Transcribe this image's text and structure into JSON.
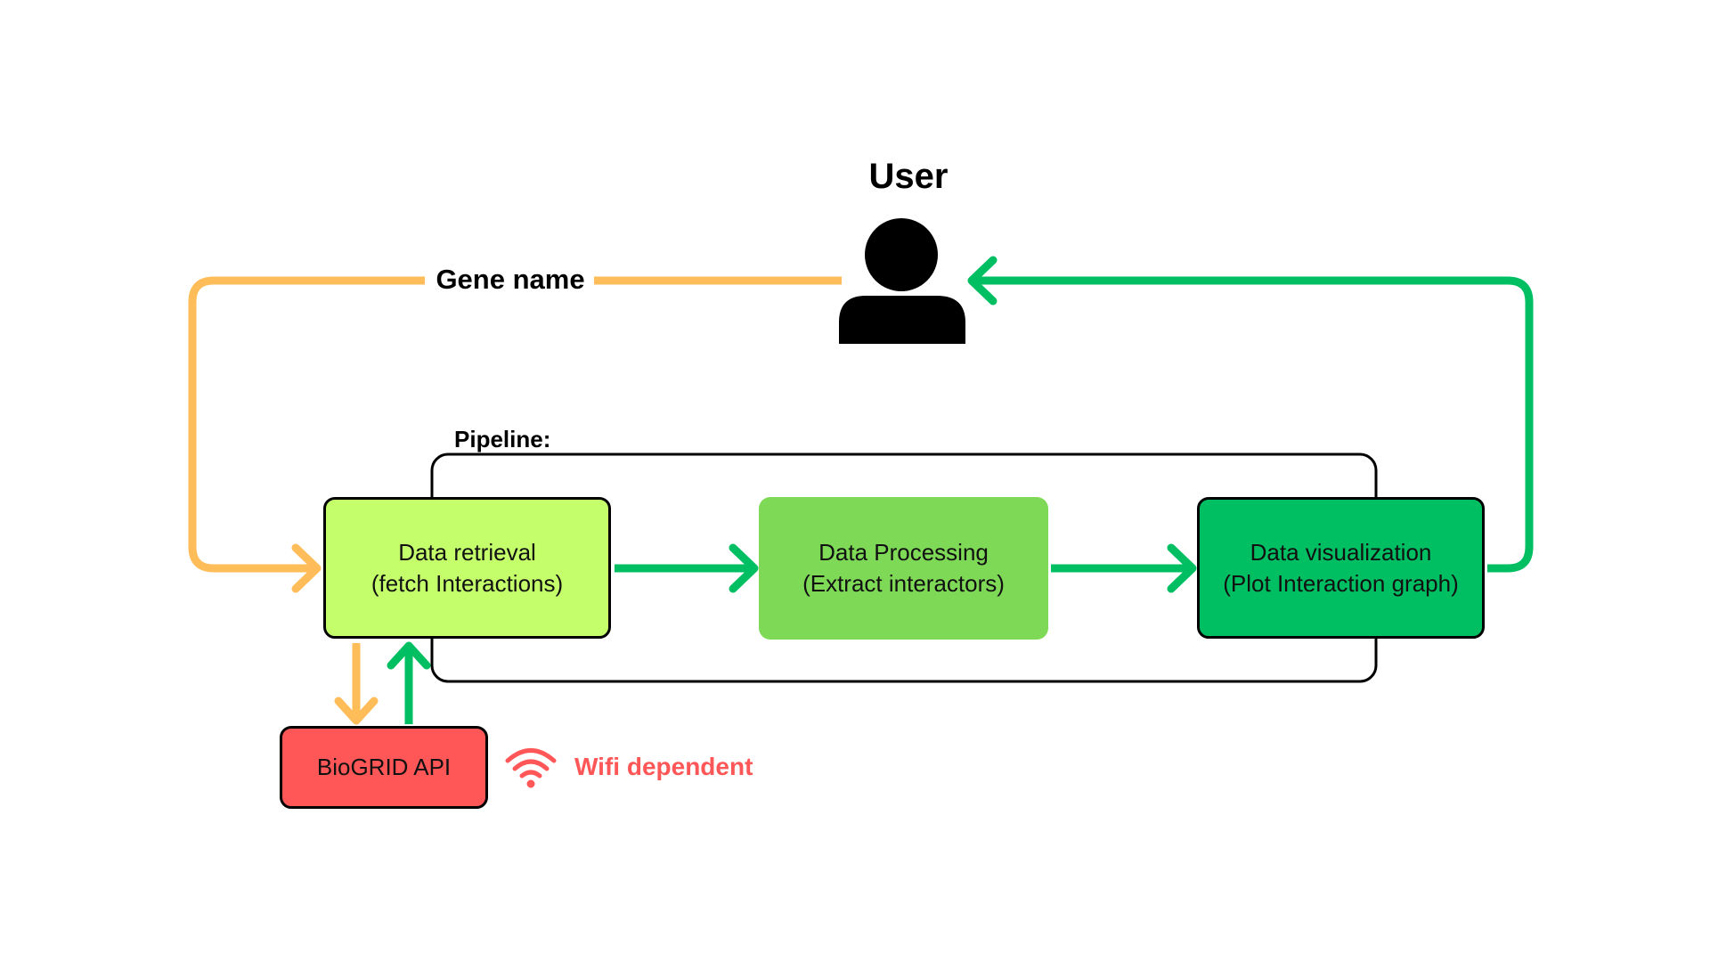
{
  "user": {
    "label": "User",
    "icon": "user-silhouette-icon"
  },
  "edges": {
    "gene_name_label": "Gene name"
  },
  "pipeline": {
    "label": "Pipeline:",
    "steps": [
      {
        "line1": "Data retrieval",
        "line2": "(fetch Interactions)",
        "color": "#c4ff6b"
      },
      {
        "line1": "Data Processing",
        "line2": "(Extract interactors)",
        "color": "#7ed957"
      },
      {
        "line1": "Data visualization",
        "line2": "(Plot Interaction graph)",
        "color": "#00bf63"
      }
    ]
  },
  "api": {
    "label": "BioGRID API",
    "color": "#ff5757"
  },
  "wifi": {
    "label": "Wifi dependent",
    "icon": "wifi-icon",
    "color": "#ff5757"
  },
  "colors": {
    "input_arrow": "#ffbd59",
    "output_arrow": "#00bf63",
    "frame": "#000000"
  }
}
